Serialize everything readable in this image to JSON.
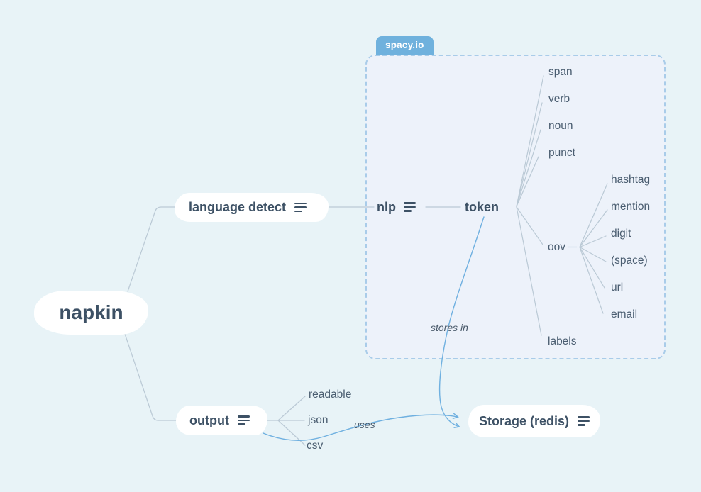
{
  "colors": {
    "background": "#e8f3f7",
    "node_fill": "#ffffff",
    "node_text": "#3d5165",
    "leaf_text": "#4a5d70",
    "gray_edge": "#bac9d5",
    "blue_edge": "#6fb0e0",
    "group_fill": "#edf2fa",
    "group_border": "#a9cce9",
    "badge_bg": "#6fb1dd",
    "badge_text": "#ffffff"
  },
  "map": {
    "root": "napkin",
    "branch_language_detect": "language detect",
    "nlp": "nlp",
    "token": "token",
    "token_children": [
      "span",
      "verb",
      "noun",
      "punct"
    ],
    "oov": "oov",
    "oov_children": [
      "hashtag",
      "mention",
      "digit",
      "(space)",
      "url",
      "email"
    ],
    "labels_leaf": "labels",
    "branch_output": "output",
    "output_children": [
      "readable",
      "json",
      "csv"
    ],
    "storage": "Storage (redis)",
    "group_badge": "spacy.io",
    "edge_label_stores_in": "stores in",
    "edge_label_uses": "uses"
  }
}
